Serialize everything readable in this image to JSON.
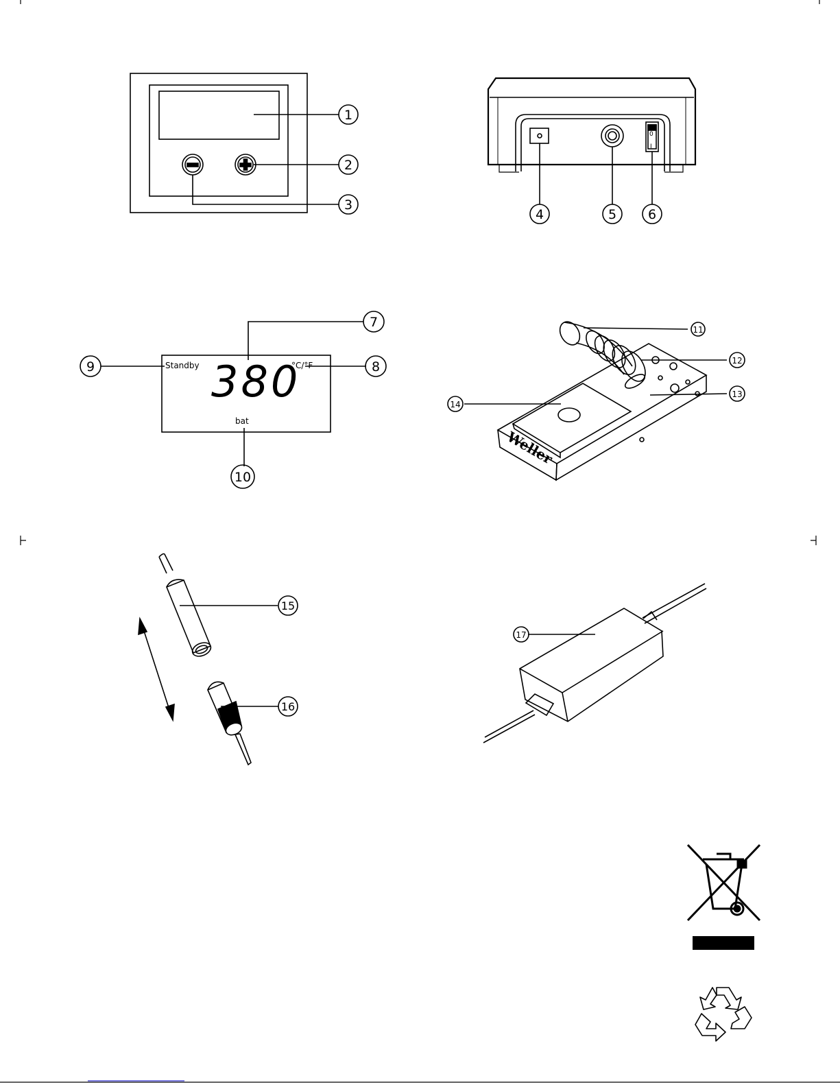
{
  "callouts": {
    "c1": "1",
    "c2": "2",
    "c3": "3",
    "c4": "4",
    "c5": "5",
    "c6": "6",
    "c7": "7",
    "c8": "8",
    "c9": "9",
    "c10": "10",
    "c11": "11",
    "c12": "12",
    "c13": "13",
    "c14": "14",
    "c15": "15",
    "c16": "16",
    "c17": "17"
  },
  "display": {
    "standby": "Standby",
    "temperature": "380",
    "unit": "°C/°F",
    "battery": "bat"
  },
  "switch": {
    "off": "0",
    "on": "I"
  },
  "brand": "Weller",
  "icons": [
    "minus-button-icon",
    "plus-button-icon",
    "weee-crossed-bin-icon",
    "recycling-icon"
  ]
}
